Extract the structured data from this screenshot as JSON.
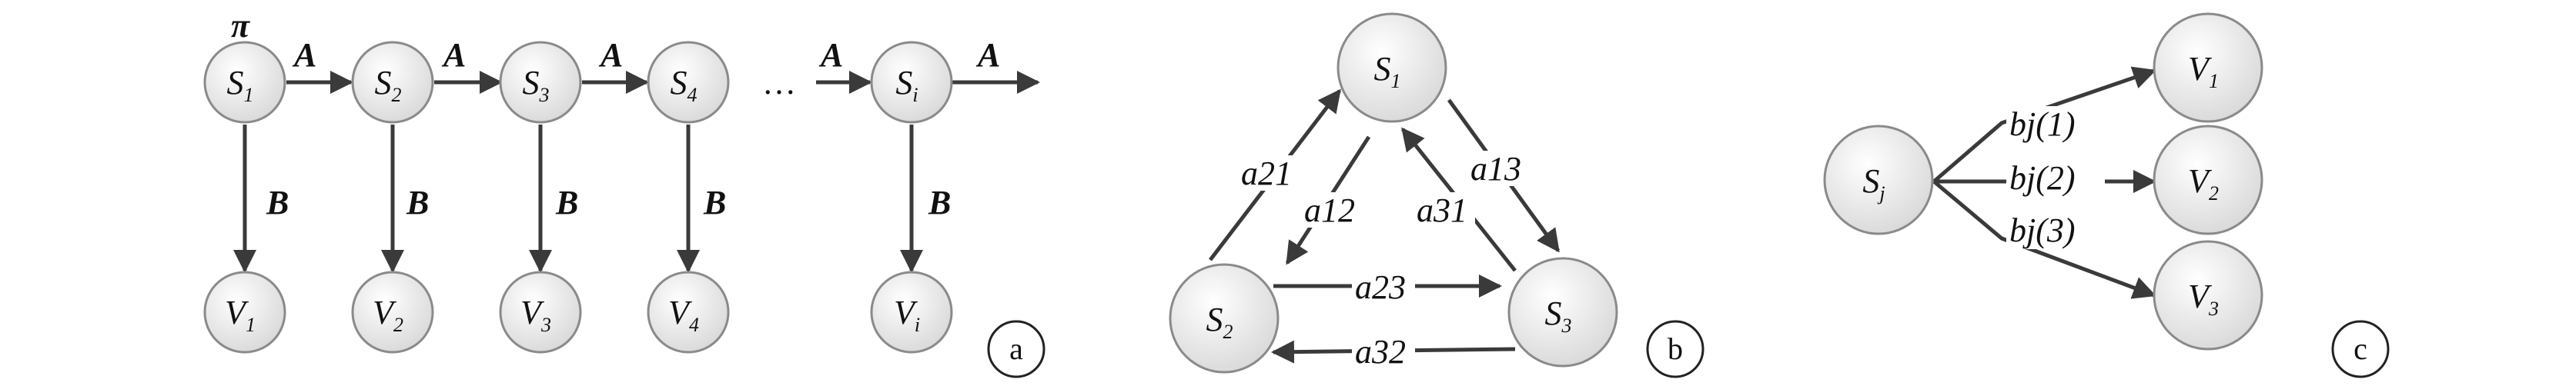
{
  "panel_a": {
    "tag": "a",
    "pi_label": "π",
    "transition_label": "A",
    "emission_label": "B",
    "ellipsis": "…",
    "states": [
      {
        "base": "S",
        "sub": "1"
      },
      {
        "base": "S",
        "sub": "2"
      },
      {
        "base": "S",
        "sub": "3"
      },
      {
        "base": "S",
        "sub": "4"
      },
      {
        "base": "S",
        "sub": "i"
      }
    ],
    "observations": [
      {
        "base": "V",
        "sub": "1"
      },
      {
        "base": "V",
        "sub": "2"
      },
      {
        "base": "V",
        "sub": "3"
      },
      {
        "base": "V",
        "sub": "4"
      },
      {
        "base": "V",
        "sub": "i"
      }
    ]
  },
  "panel_b": {
    "tag": "b",
    "states": [
      {
        "base": "S",
        "sub": "1"
      },
      {
        "base": "S",
        "sub": "2"
      },
      {
        "base": "S",
        "sub": "3"
      }
    ],
    "edges": [
      "a21",
      "a12",
      "a31",
      "a13",
      "a23",
      "a32"
    ]
  },
  "panel_c": {
    "tag": "c",
    "source": {
      "base": "S",
      "sub": "j"
    },
    "targets": [
      {
        "base": "V",
        "sub": "1"
      },
      {
        "base": "V",
        "sub": "2"
      },
      {
        "base": "V",
        "sub": "3"
      }
    ],
    "edges": [
      "bj(1)",
      "bj(2)",
      "bj(3)"
    ]
  }
}
